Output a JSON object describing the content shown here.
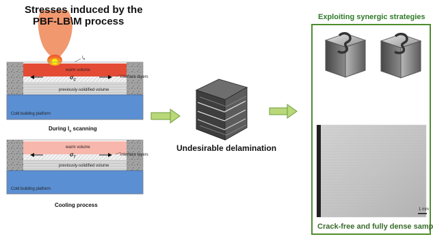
{
  "left_panel": {
    "title_line_1": "Stresses induced by the",
    "title_line_2": "PBF-LB\\M process",
    "scan_panel": {
      "laser_label": "I",
      "laser_label_subscript": "n",
      "warm_volume": "warm volume",
      "sigma_symbol": "σ",
      "sigma_subscript": "C",
      "interface_layers": "interface layers",
      "previously_solidified": "previously-solidified volume",
      "platform": "Cold building platform",
      "caption_prefix": "During I",
      "caption_subscript": "n",
      "caption_suffix": " scanning"
    },
    "cooling_panel": {
      "warm_volume": "warm volume",
      "sigma_symbol": "σ",
      "sigma_subscript": "T",
      "interface_layers": "interface layers",
      "previously_solidified": "previously-solidified volume",
      "platform": "Cold building platform",
      "caption": "Cooling process"
    }
  },
  "middle": {
    "label": "Undesirable delamination"
  },
  "right_panel": {
    "title": "Exploiting synergic strategies",
    "scale_bar": "1 mm",
    "caption": "Crack-free and fully dense sample"
  },
  "colors": {
    "laser_orange": "#f06d2c",
    "warm_red": "#e44b35",
    "pale_red": "#f7b7ac",
    "interface_gray": "#d7d7d7",
    "platform_blue": "#5b8fd3",
    "arrow_green": "#b9d87a",
    "frame_green": "#4e8c2c"
  }
}
